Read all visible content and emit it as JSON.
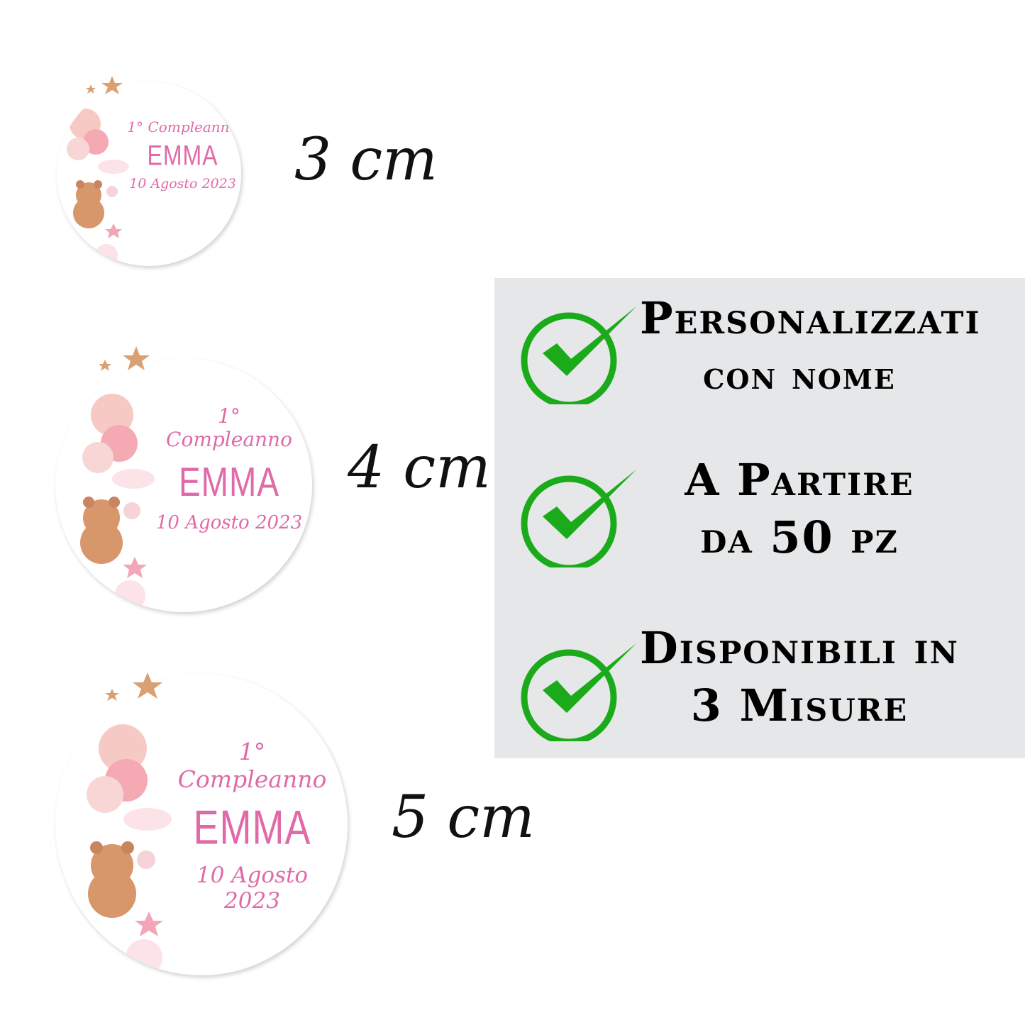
{
  "stickers": [
    {
      "line1": "1° Compleanno",
      "name": "EMMA",
      "date": "10 Agosto 2023",
      "size_label": "3 cm"
    },
    {
      "line1": "1° Compleanno",
      "name": "EMMA",
      "date": "10 Agosto 2023",
      "size_label": "4 cm"
    },
    {
      "line1": "1° Compleanno",
      "name": "EMMA",
      "date": "10 Agosto 2023",
      "size_label": "5 cm"
    }
  ],
  "features": [
    {
      "line1": "Personalizzati",
      "line2": "con nome",
      "icon": "check-circle-icon"
    },
    {
      "line1": "A Partire",
      "line2": "da 50 pz",
      "icon": "check-circle-icon"
    },
    {
      "line1": "Disponibili in",
      "line2": "3 Misure",
      "icon": "check-circle-icon"
    }
  ],
  "colors": {
    "check_green": "#1aaa1a",
    "sticker_text_pink": "#e06aa8",
    "panel_gray": "#e6e7e8"
  }
}
